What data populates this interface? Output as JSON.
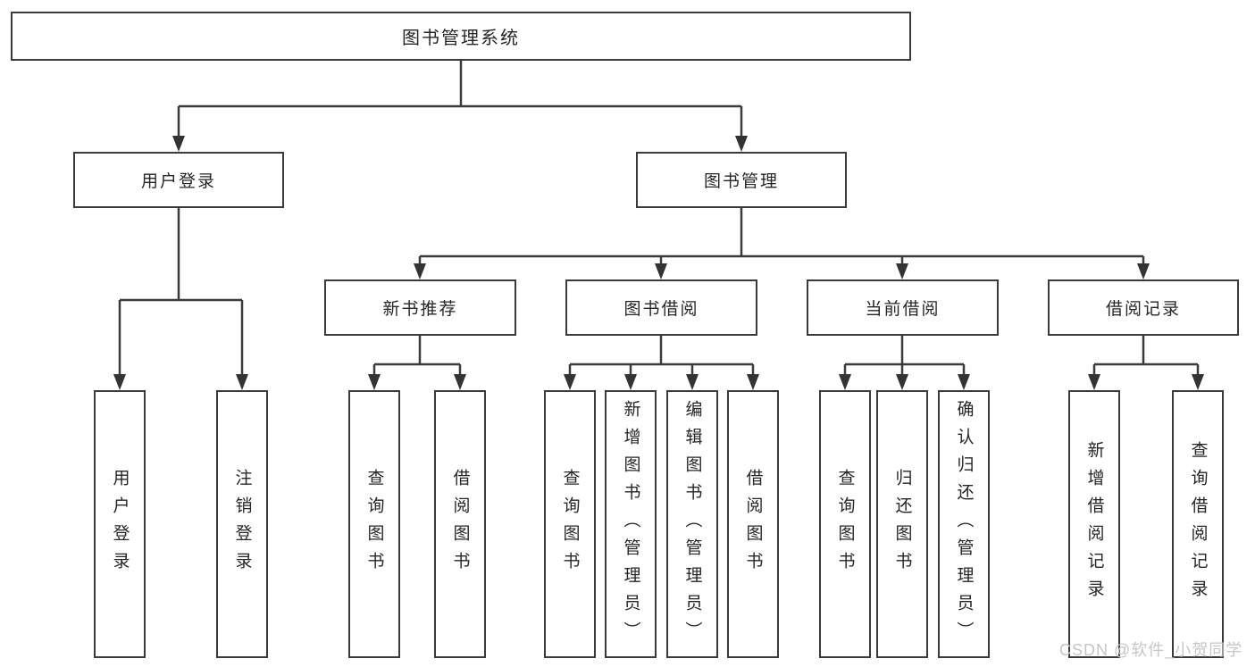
{
  "tree": {
    "label": "图书管理系统",
    "children": [
      {
        "label": "用户登录",
        "children": [
          {
            "label": "用户登录"
          },
          {
            "label": "注销登录"
          }
        ]
      },
      {
        "label": "图书管理",
        "children": [
          {
            "label": "新书推荐",
            "children": [
              {
                "label": "查询图书"
              },
              {
                "label": "借阅图书"
              }
            ]
          },
          {
            "label": "图书借阅",
            "children": [
              {
                "label": "查询图书"
              },
              {
                "label": "新增图书（管理员）"
              },
              {
                "label": "编辑图书（管理员）"
              },
              {
                "label": "借阅图书"
              }
            ]
          },
          {
            "label": "当前借阅",
            "children": [
              {
                "label": "查询图书"
              },
              {
                "label": "归还图书"
              },
              {
                "label": "确认归还（管理员）"
              }
            ]
          },
          {
            "label": "借阅记录",
            "children": [
              {
                "label": "新增借阅记录"
              },
              {
                "label": "查询借阅记录"
              }
            ]
          }
        ]
      }
    ]
  },
  "watermark": {
    "text": "CSDN @软件_小贺同学"
  },
  "colors": {
    "line": "#3a3a3a",
    "text": "#262626",
    "watermark": "#c6c6c6",
    "background": "#ffffff"
  }
}
